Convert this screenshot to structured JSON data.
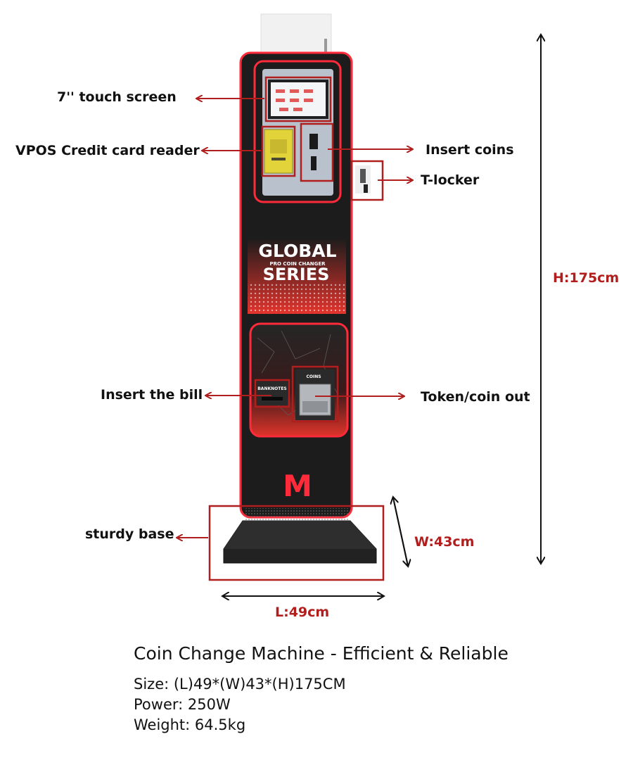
{
  "labels": {
    "touch_screen": "7'' touch screen",
    "card_reader": "VPOS Credit card reader",
    "insert_coins": "Insert coins",
    "t_locker": "T-locker",
    "insert_bill": "Insert the bill",
    "token_out": "Token/coin out",
    "sturdy_base": "sturdy base"
  },
  "dimensions": {
    "height": "H:175cm",
    "width": "W:43cm",
    "length": "L:49cm"
  },
  "machine_panel": {
    "brand_line1": "GLOBAL",
    "brand_sub": "PRO COIN CHANGER",
    "brand_line2": "SERIES",
    "banknotes": "BANKNOTES",
    "coins": "COINS",
    "logo": "M"
  },
  "caption": {
    "title": "Coin Change Machine - Efficient & Reliable",
    "size": "Size: (L)49*(W)43*(H)175CM",
    "power": "Power: 250W",
    "weight": "Weight: 64.5kg"
  },
  "colors": {
    "accent_red": "#b01e1e",
    "machine_body": "#1c1c1c",
    "glow": "#ff2a3a"
  }
}
